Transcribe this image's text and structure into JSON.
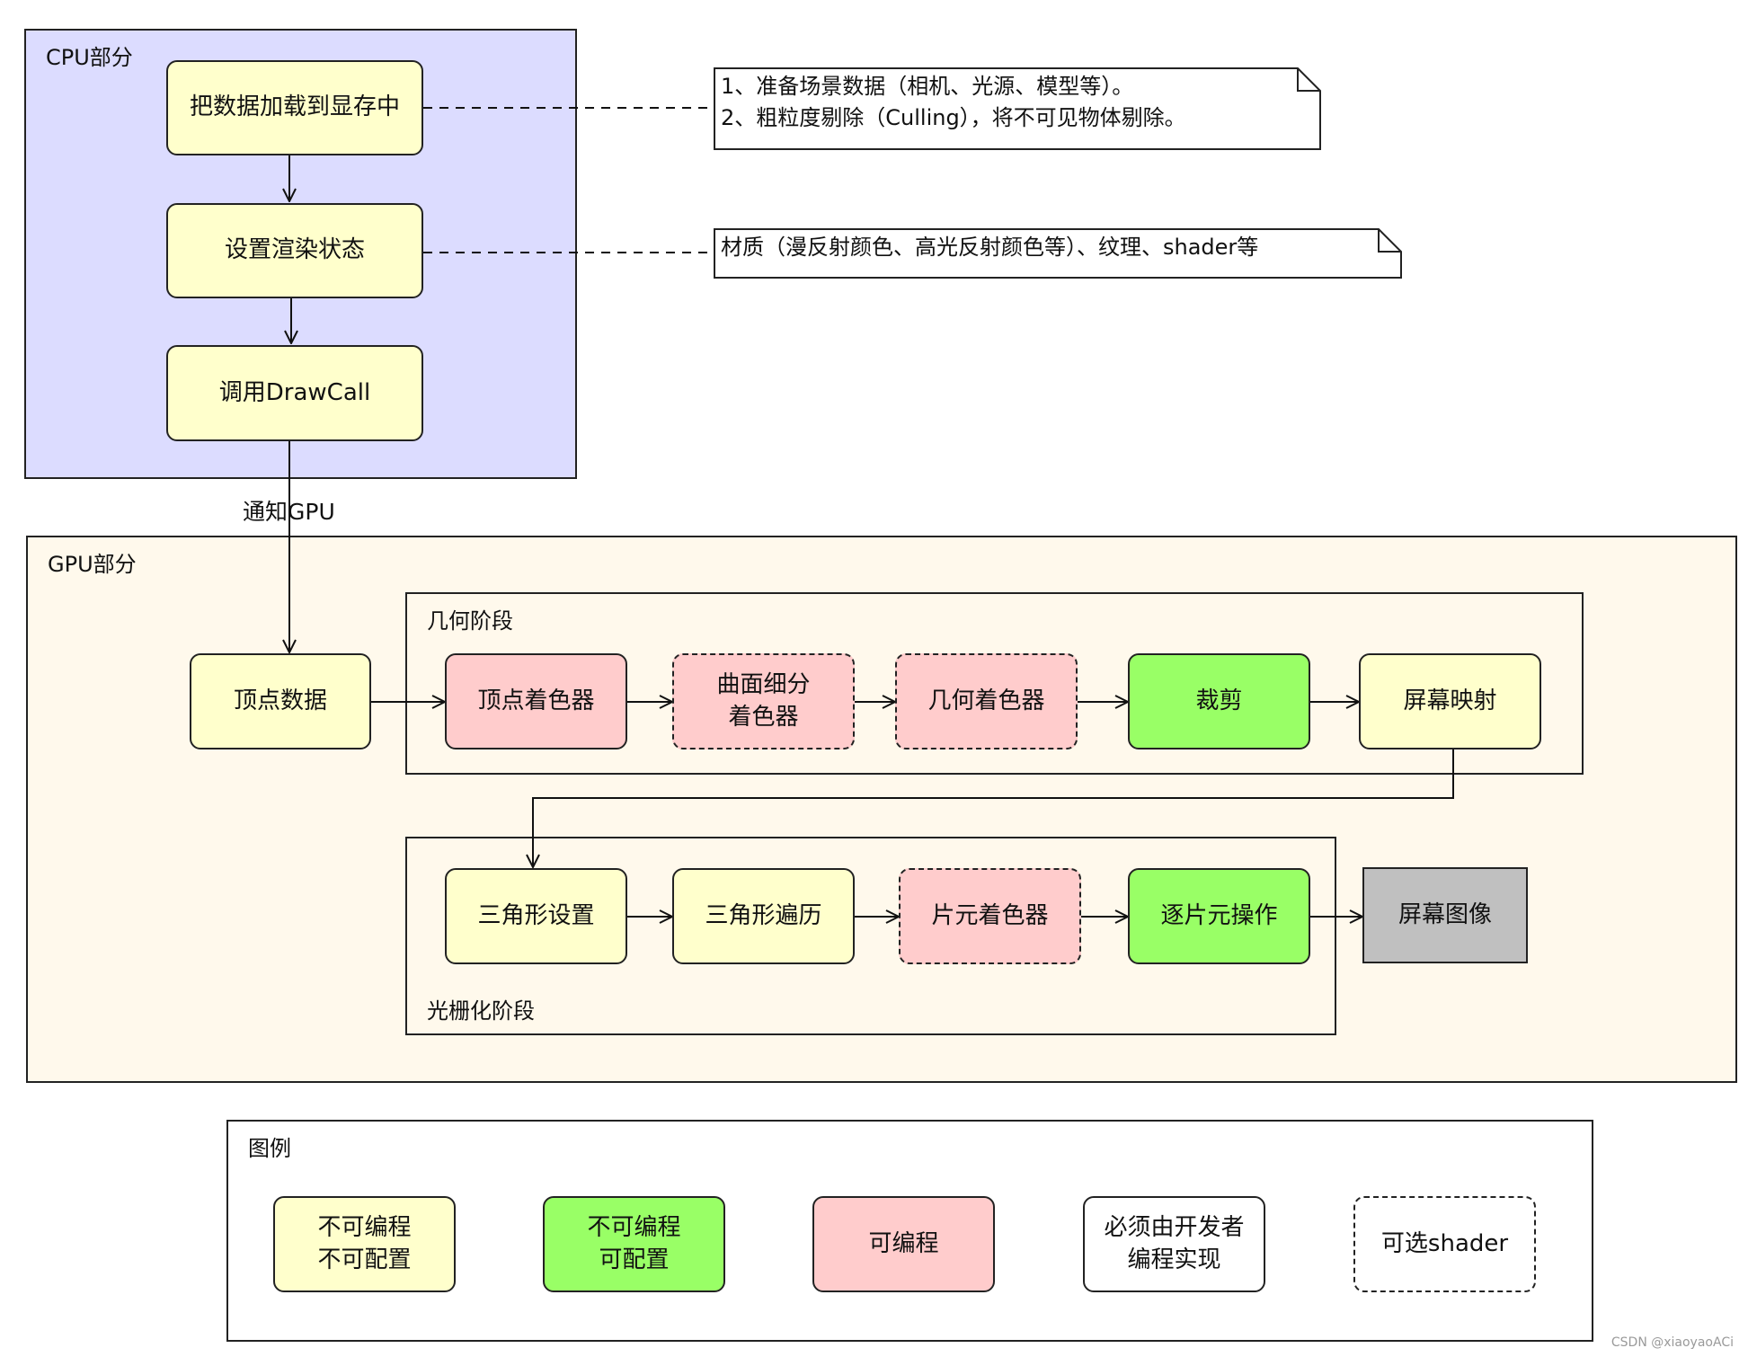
{
  "cpu": {
    "label": "CPU部分",
    "steps": [
      "把数据加载到显存中",
      "设置渲染状态",
      "调用DrawCall"
    ]
  },
  "notes": {
    "load_line1": "1、准备场景数据（相机、光源、模型等）。",
    "load_line2": "2、粗粒度剔除（Culling），将不可见物体剔除。",
    "state": "材质（漫反射颜色、高光反射颜色等）、纹理、shader等"
  },
  "notify_label": "通知GPU",
  "gpu": {
    "label": "GPU部分",
    "vertex_data": "顶点数据",
    "geometry_stage": {
      "label": "几何阶段",
      "steps": [
        "顶点着色器",
        "曲面细分\n着色器",
        "几何着色器",
        "裁剪",
        "屏幕映射"
      ]
    },
    "raster_stage": {
      "label": "光栅化阶段",
      "steps": [
        "三角形设置",
        "三角形遍历",
        "片元着色器",
        "逐片元操作"
      ]
    },
    "screen_image": "屏幕图像"
  },
  "legend": {
    "title": "图例",
    "items": [
      "不可编程\n不可配置",
      "不可编程\n可配置",
      "可编程",
      "必须由开发者\n编程实现",
      "可选shader"
    ]
  },
  "colors": {
    "cpu_bg": "#dcdcff",
    "gpu_bg": "#fff9ec",
    "fixed": "#ffffcc",
    "configurable": "#99ff66",
    "programmable": "#ffcccc",
    "output": "#c0c0c0"
  },
  "watermark": "CSDN @xiaoyaoACi"
}
